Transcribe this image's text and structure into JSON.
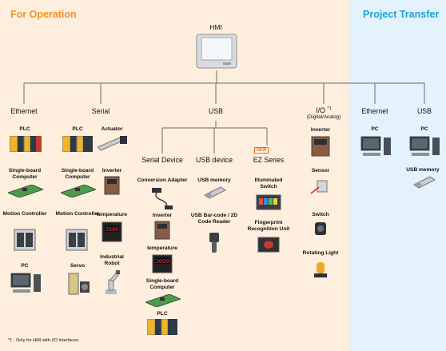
{
  "colors": {
    "operation": "#f29122",
    "transfer": "#1aa2dc",
    "line": "#6b6b6b"
  },
  "sections": {
    "operation": "For Operation",
    "transfer": "Project Transfer"
  },
  "hmi": "HMI",
  "branches": {
    "ethernet": "Ethernet",
    "serial": "Serial",
    "usb": "USB",
    "io": "I/O",
    "io_mark": "*1",
    "io_sub": "(Digital/Analog)",
    "pt_ethernet": "Ethernet",
    "pt_usb": "USB"
  },
  "usb_sub": {
    "serial_device": "Serial Device",
    "usb_device": "USB device",
    "ez_series": "EZ Series",
    "new_badge": "NEW"
  },
  "ethernet_items": [
    "PLC",
    "Single-board Computer",
    "Motion Controller",
    "PC"
  ],
  "serial_items": [
    "PLC",
    "Actuator",
    "Single-board Computer",
    "Inverter",
    "Motion Controller",
    "temperature",
    "Servo",
    "Industrial Robot"
  ],
  "serial_device_items": [
    "Conversion Adapter",
    "Inverter",
    "temperature",
    "Single-board Computer",
    "PLC"
  ],
  "usb_device_items": [
    "USB memory",
    "USB Bar-code / 2D Code Reader"
  ],
  "ez_items": [
    "Illuminated Switch",
    "Fingerprint Recognition Unit"
  ],
  "io_items": [
    "Inverter",
    "Sensor",
    "Switch",
    "Rotating Light"
  ],
  "pt_ethernet_items": [
    "PC"
  ],
  "pt_usb_items": [
    "PC",
    "USB memory"
  ],
  "footnote": "*1 : Only for HMI with I/O Interfaces.",
  "temp_display": "2000"
}
